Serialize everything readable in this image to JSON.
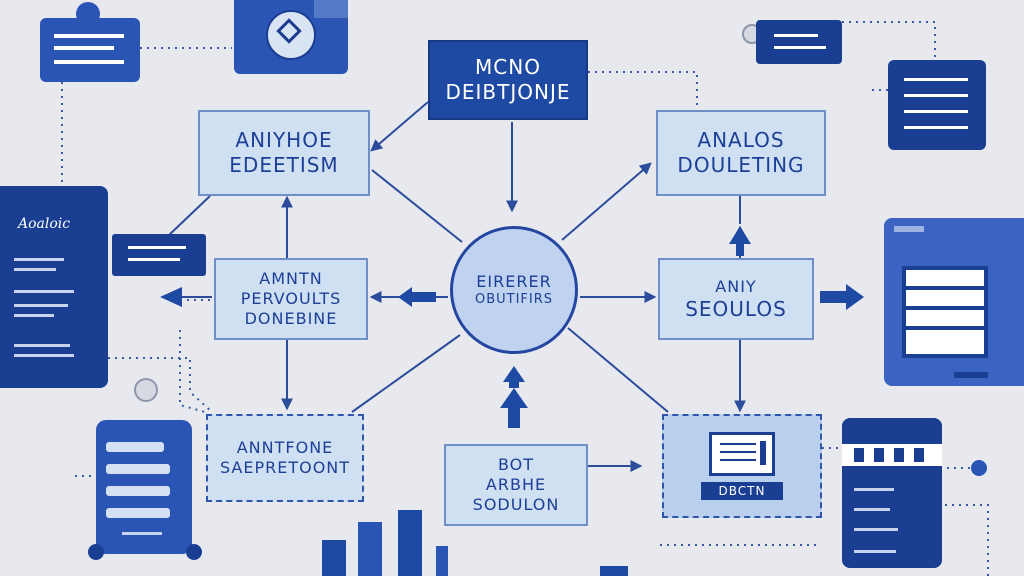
{
  "colors": {
    "background": "#e7e9ee",
    "node_fill": "#cfe0f3",
    "dark_fill": "#1f4aa3",
    "text": "#1d3f96",
    "connector": "#2c4c9c"
  },
  "nodes": {
    "top": {
      "line1": "MCNO",
      "line2": "DEIBTJONJE"
    },
    "left_upper": {
      "line1": "ANIYHOE",
      "line2": "EDEETISM"
    },
    "right_upper": {
      "line1": "ANALOS",
      "line2": "DOULETING"
    },
    "center": {
      "line1": "EIRERER",
      "line2": "OBUTIFIRS"
    },
    "left_mid": {
      "line1": "AMNTN",
      "line2": "PERVOULTS",
      "line3": "DONEBINE"
    },
    "right_mid": {
      "line1": "ANIY",
      "line2": "SEOULOS"
    },
    "left_lower": {
      "line1": "ANNTFONE",
      "line2": "SAEPRETOONT"
    },
    "bottom_center": {
      "line1": "BOT",
      "line2": "ARBHE",
      "line3": "SODULON"
    },
    "right_lower": {
      "label": "DBCTN"
    },
    "left_sidebar": {
      "title": "Aoaloic"
    }
  },
  "icons": {
    "diamond": "diamond-icon",
    "document": "document-icon",
    "window": "window-icon",
    "mobile": "mobile-icon",
    "tablet": "tablet-icon",
    "bar_chart": "bar-chart-icon"
  }
}
